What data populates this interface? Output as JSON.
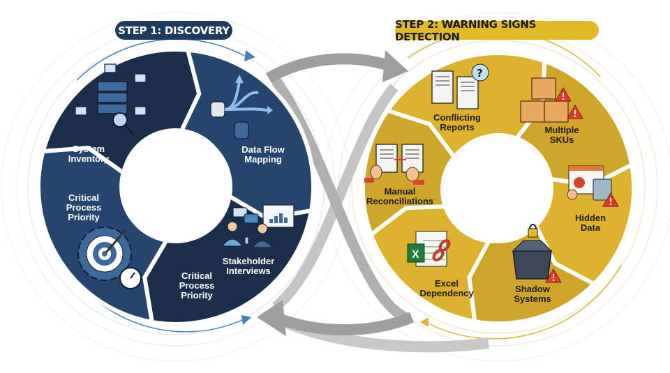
{
  "step1": {
    "title": "STEP 1: DISCOVERY",
    "segments": [
      {
        "label": "System\nInventory",
        "icon": "server-network-icon"
      },
      {
        "label": "Data Flow\nMapping",
        "icon": "data-flow-icon"
      },
      {
        "label": "Stakeholder\nInterviews",
        "icon": "stakeholders-icon"
      },
      {
        "label": "Critical\nProcess\nPriority",
        "icon": "target-gear-icon"
      }
    ],
    "extra_label": "Critical\nProcess\nPriority"
  },
  "step2": {
    "title": "STEP 2: WARNING SIGNS DETECTION",
    "segments": [
      {
        "label": "Conflicting\nReports",
        "icon": "conflicting-documents-icon"
      },
      {
        "label": "Multiple\nSKUs",
        "icon": "boxes-warning-icon"
      },
      {
        "label": "Hidden\nData",
        "icon": "calculator-warning-icon"
      },
      {
        "label": "Shadow\nSystems",
        "icon": "locked-box-icon"
      },
      {
        "label": "Excel\nDependency",
        "icon": "excel-broken-link-icon"
      },
      {
        "label": "Manual\nReconciliations",
        "icon": "manual-documents-icon"
      }
    ]
  },
  "colors": {
    "navy_dark": "#1b2f4d",
    "navy_light": "#24466e",
    "gold_dark": "#cfa62a",
    "gold_light": "#dcb22e",
    "arrow_gray": "#9e9e9e"
  }
}
